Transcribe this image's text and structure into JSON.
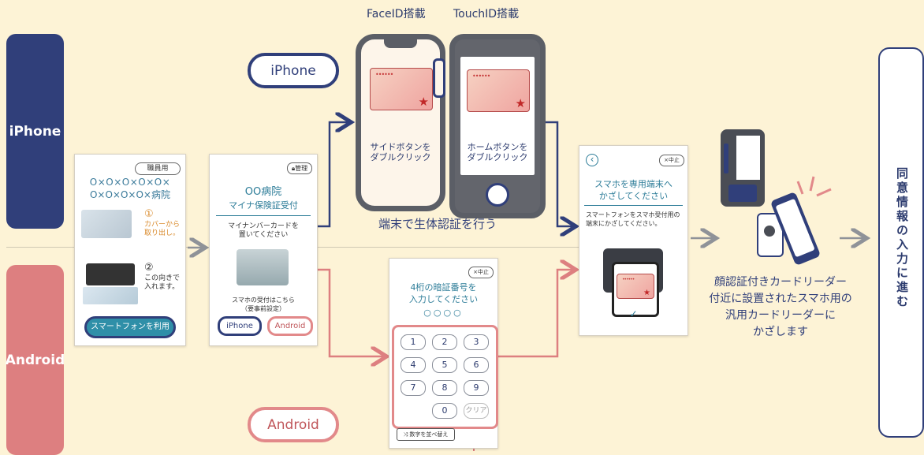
{
  "tabs": {
    "iphone": "iPhone",
    "android": "Android"
  },
  "headers": {
    "faceid": "FaceID搭載",
    "touchid": "TouchID搭載"
  },
  "pills": {
    "iphone": "iPhone",
    "android": "Android"
  },
  "screen1": {
    "badge": "職員用",
    "line1": "O×O×O×O×O×",
    "line2": "O×O×O×O×病院",
    "step1_num": "①",
    "step1_text": "カバーから\n取り出し。",
    "step2_num": "②",
    "step2_text": "この向きで\n入れます。",
    "button": "スマートフォンを利用"
  },
  "screen2": {
    "badge": "管理",
    "title1": "OO病院",
    "title2": "マイナ保険証受付",
    "instruction": "マイナンバーカードを\n置いてください",
    "note1": "スマホの受付はこちら",
    "note2": "（要事前設定）",
    "btn_iphone": "iPhone",
    "btn_android": "Android"
  },
  "faceid_phone": {
    "label": "サイドボタンを\nダブルクリック"
  },
  "touchid_phone": {
    "label": "ホームボタンを\nダブルクリック"
  },
  "bio_caption": "端末で生体認証を行う",
  "pin_screen": {
    "cancel": "×中止",
    "title1": "4桁の暗証番号を",
    "title2": "入力してください",
    "dots": "○○○○",
    "keys": [
      "1",
      "2",
      "3",
      "4",
      "5",
      "6",
      "7",
      "8",
      "9",
      "0",
      "クリア"
    ],
    "shuffle": "⤨ 数字を並べ替え"
  },
  "screen3": {
    "back": "‹",
    "cancel": "×中止",
    "title1": "スマホを専用端末へ",
    "title2": "かざしてください",
    "body": "スマートフォンをスマホ受付用の\n端末にかざしてください。",
    "check": "✓"
  },
  "reader_caption": "顔認証付きカードリーダー\n付近に設置されたスマホ用の\n汎用カードリーダーに\nかざします",
  "final": "同意情報の入力に進む",
  "colors": {
    "navy": "#303f7a",
    "pink": "#dd7f80",
    "bg": "#fdf3d6",
    "arrow_gray": "#8f9298"
  }
}
